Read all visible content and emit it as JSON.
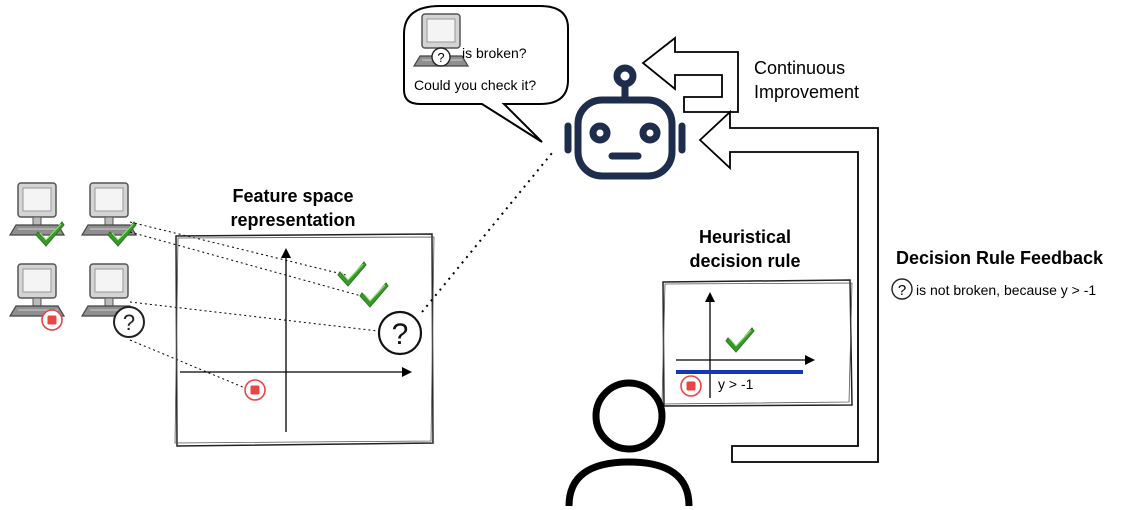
{
  "bubble": {
    "line1": "is broken?",
    "line2": "Could you check it?"
  },
  "loop_label": {
    "line1": "Continuous",
    "line2": "Improvement"
  },
  "feature_space": {
    "title_line1": "Feature space",
    "title_line2": "representation"
  },
  "heuristic": {
    "title_line1": "Heuristical",
    "title_line2": "decision rule",
    "rule_text": "y > -1"
  },
  "feedback": {
    "title": "Decision Rule Feedback",
    "text": "is not broken, because y > -1"
  },
  "question_mark": "?",
  "colors": {
    "robot": "#1f2d4d",
    "check": "#3a9a2a",
    "broken": "#e84545",
    "rule_line": "#1238b8",
    "monitor": "#9a9a9a"
  },
  "icons": {
    "computer": "computer-monitor-icon",
    "ok": "green-check-icon",
    "broken": "red-stop-icon",
    "unknown": "question-circle-icon",
    "agent": "robot-icon",
    "expert": "person-icon"
  }
}
